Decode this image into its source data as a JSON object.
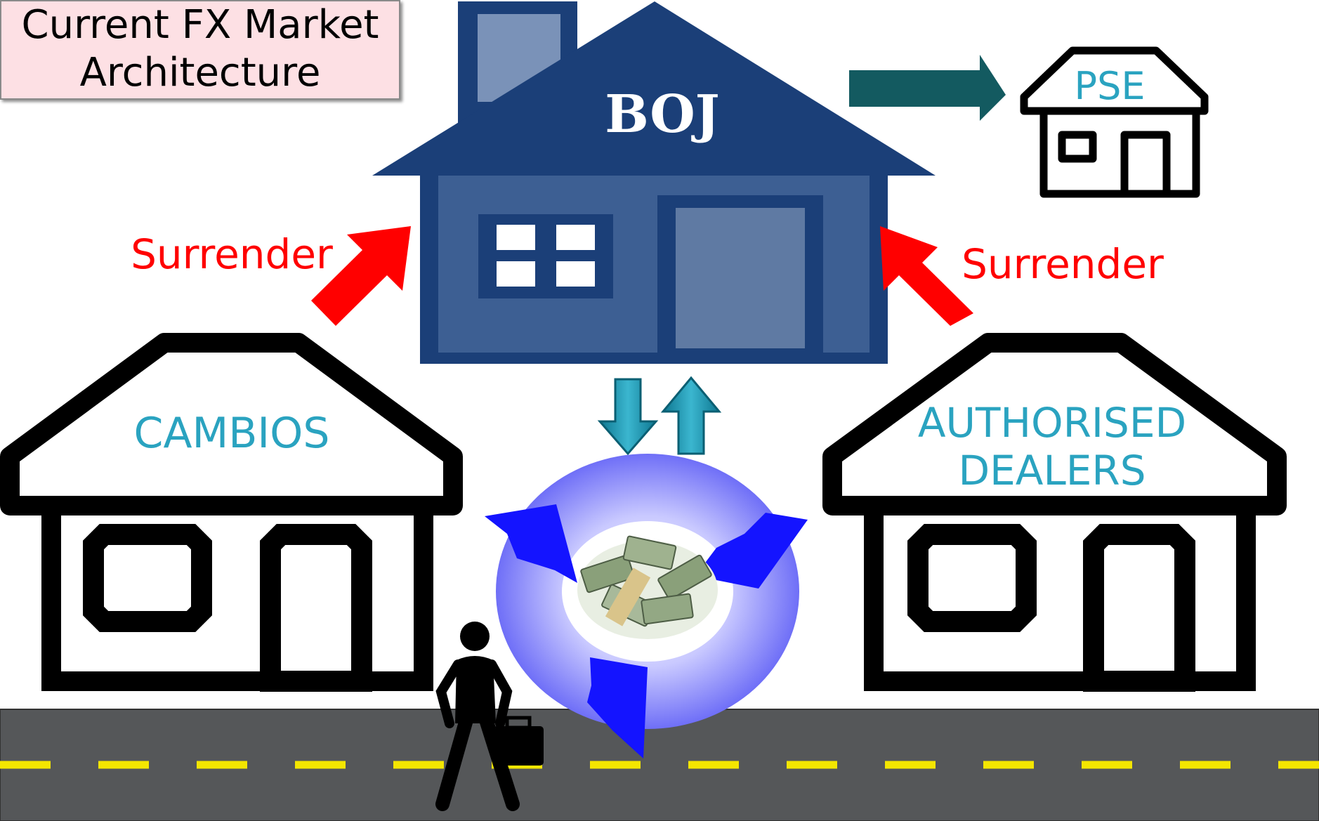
{
  "title": {
    "line1": "Current FX Market",
    "line2": "Architecture"
  },
  "nodes": {
    "boj": "BOJ",
    "pse": "PSE",
    "cambios": "CAMBIOS",
    "authorised_dealers_line1": "AUTHORISED",
    "authorised_dealers_line2": "DEALERS"
  },
  "flows": {
    "left_surrender": "Surrender",
    "right_surrender": "Surrender"
  },
  "colors": {
    "boj_house": "#1b3f78",
    "label_teal": "#2aa3c0",
    "surrender_red": "#ff0000",
    "pse_arrow": "#135a60",
    "cycle_blue": "#1414ff",
    "road": "#555759",
    "road_line": "#f4e600"
  },
  "icons": {
    "money": "money-pile-icon",
    "person": "person-with-briefcase-icon",
    "cycle": "circular-arrows-icon"
  }
}
